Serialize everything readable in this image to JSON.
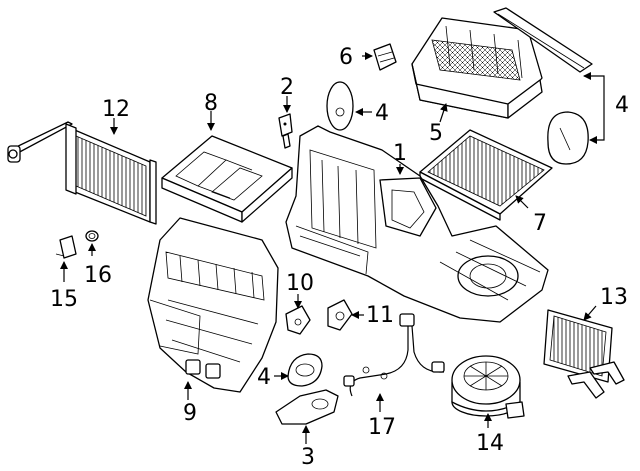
{
  "callouts": {
    "c1": "1",
    "c2": "2",
    "c3": "3",
    "c4a": "4",
    "c4b": "4",
    "c4c": "4",
    "c5": "5",
    "c6": "6",
    "c7": "7",
    "c8": "8",
    "c9": "9",
    "c10": "10",
    "c11": "11",
    "c12": "12",
    "c13": "13",
    "c14": "14",
    "c15": "15",
    "c16": "16",
    "c17": "17"
  }
}
